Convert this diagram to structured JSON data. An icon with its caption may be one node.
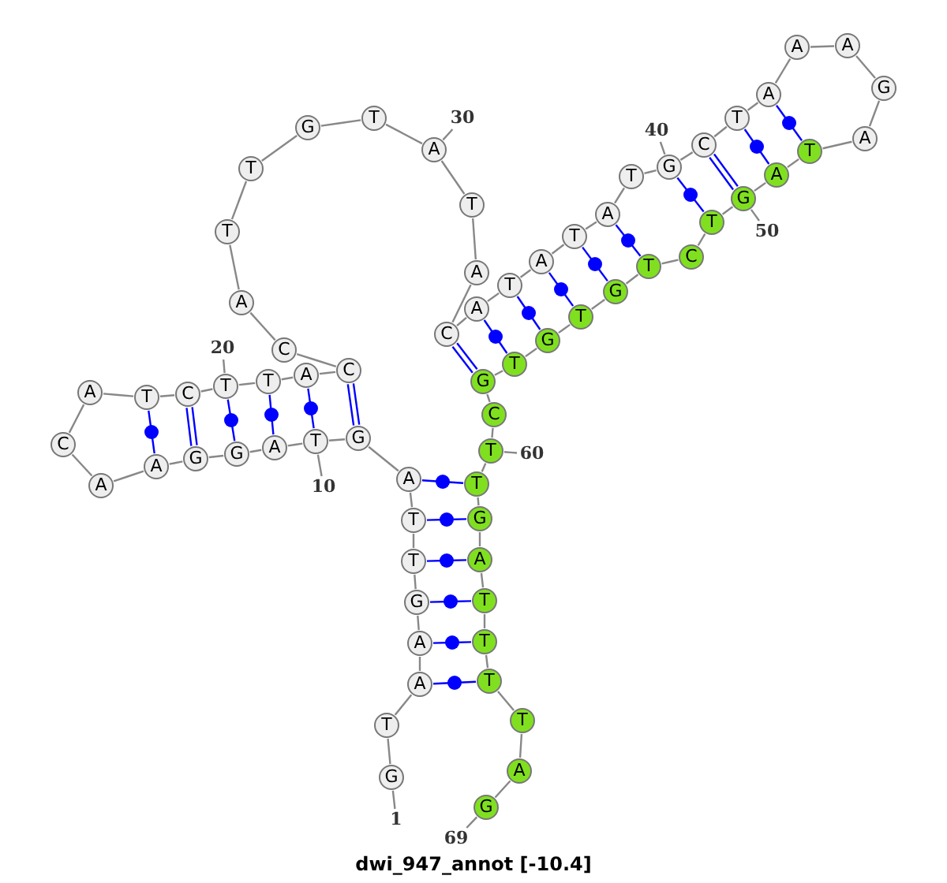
{
  "diagram": {
    "caption": "dwi_947_annot [-10.4]",
    "nodes": [
      {
        "text": [
          "G"
        ]
      },
      {
        "text": [
          "T"
        ]
      },
      {
        "text": [
          "A"
        ]
      },
      {
        "text": [
          "A"
        ]
      },
      {
        "text": [
          "G"
        ]
      },
      {
        "text": [
          "T"
        ]
      },
      {
        "text": [
          "T"
        ]
      },
      {
        "text": [
          "A"
        ]
      },
      {
        "text": [
          "G"
        ]
      },
      {
        "text": [
          "T"
        ]
      },
      {
        "text": [
          "A"
        ]
      },
      {
        "text": [
          "G"
        ]
      },
      {
        "text": [
          "G"
        ]
      },
      {
        "text": [
          "A"
        ]
      },
      {
        "text": [
          "A"
        ]
      },
      {
        "text": [
          "C"
        ]
      },
      {
        "text": [
          "A"
        ]
      },
      {
        "text": [
          "T"
        ]
      },
      {
        "text": [
          "C"
        ]
      },
      {
        "text": [
          "T"
        ]
      },
      {
        "text": [
          "T"
        ]
      },
      {
        "text": [
          "A"
        ]
      },
      {
        "text": [
          "C"
        ]
      },
      {
        "text": [
          "C"
        ]
      },
      {
        "text": [
          "A"
        ]
      },
      {
        "text": [
          "T"
        ]
      },
      {
        "text": [
          "T"
        ]
      },
      {
        "text": [
          "G"
        ]
      },
      {
        "text": [
          "T"
        ]
      },
      {
        "text": [
          "A"
        ]
      },
      {
        "text": [
          "T"
        ]
      },
      {
        "text": [
          "A"
        ]
      },
      {
        "text": [
          "C"
        ]
      },
      {
        "text": [
          "A"
        ]
      },
      {
        "text": [
          "T"
        ]
      },
      {
        "text": [
          "A"
        ]
      },
      {
        "text": [
          "T"
        ]
      },
      {
        "text": [
          "A"
        ]
      },
      {
        "text": [
          "T"
        ]
      },
      {
        "text": [
          "G"
        ]
      },
      {
        "text": [
          "C"
        ]
      },
      {
        "text": [
          "T"
        ]
      },
      {
        "text": [
          "A"
        ]
      },
      {
        "text": [
          "A"
        ]
      },
      {
        "text": [
          "A"
        ]
      },
      {
        "text": [
          "G"
        ]
      },
      {
        "text": [
          "A"
        ]
      },
      {
        "text": [
          "T"
        ]
      },
      {
        "text": [
          "A"
        ]
      },
      {
        "text": [
          "G"
        ]
      },
      {
        "text": [
          "T"
        ]
      },
      {
        "text": [
          "C"
        ]
      },
      {
        "text": [
          "T"
        ]
      },
      {
        "text": [
          "G"
        ]
      },
      {
        "text": [
          "T"
        ]
      },
      {
        "text": [
          "G"
        ]
      },
      {
        "text": [
          "T"
        ]
      },
      {
        "text": [
          "G"
        ]
      },
      {
        "text": [
          "C"
        ]
      },
      {
        "text": [
          "T"
        ]
      },
      {
        "text": [
          "T"
        ]
      },
      {
        "text": [
          "G"
        ]
      },
      {
        "text": [
          "A"
        ]
      },
      {
        "text": [
          "T"
        ]
      },
      {
        "text": [
          "T"
        ]
      },
      {
        "text": [
          "T"
        ]
      },
      {
        "text": [
          "T"
        ]
      },
      {
        "text": [
          "A"
        ]
      },
      {
        "text": [
          "G"
        ]
      },
      {
        "text": [
          "1"
        ]
      },
      {
        "text": [
          "10"
        ]
      },
      {
        "text": [
          "20"
        ]
      },
      {
        "text": [
          "30"
        ]
      },
      {
        "text": [
          "40"
        ]
      },
      {
        "text": [
          "50"
        ]
      },
      {
        "text": [
          "60"
        ]
      },
      {
        "text": [
          "69"
        ]
      }
    ],
    "edges": [
      {
        "from": 0,
        "to": 1,
        "arrow": "none"
      },
      {
        "from": 1,
        "to": 2,
        "arrow": "none"
      },
      {
        "from": 2,
        "to": 3,
        "arrow": "none"
      },
      {
        "from": 3,
        "to": 4,
        "arrow": "none"
      },
      {
        "from": 4,
        "to": 5,
        "arrow": "none"
      },
      {
        "from": 5,
        "to": 6,
        "arrow": "none"
      },
      {
        "from": 6,
        "to": 7,
        "arrow": "none"
      },
      {
        "from": 7,
        "to": 8,
        "arrow": "none"
      },
      {
        "from": 8,
        "to": 9,
        "arrow": "none"
      },
      {
        "from": 9,
        "to": 10,
        "arrow": "none"
      },
      {
        "from": 10,
        "to": 11,
        "arrow": "none"
      },
      {
        "from": 11,
        "to": 12,
        "arrow": "none"
      },
      {
        "from": 12,
        "to": 13,
        "arrow": "none"
      },
      {
        "from": 13,
        "to": 14,
        "arrow": "none"
      },
      {
        "from": 14,
        "to": 15,
        "arrow": "none"
      },
      {
        "from": 15,
        "to": 16,
        "arrow": "none"
      },
      {
        "from": 16,
        "to": 17,
        "arrow": "none"
      },
      {
        "from": 17,
        "to": 18,
        "arrow": "none"
      },
      {
        "from": 18,
        "to": 19,
        "arrow": "none"
      },
      {
        "from": 19,
        "to": 20,
        "arrow": "none"
      },
      {
        "from": 20,
        "to": 21,
        "arrow": "none"
      },
      {
        "from": 21,
        "to": 22,
        "arrow": "none"
      },
      {
        "from": 22,
        "to": 23,
        "arrow": "none"
      },
      {
        "from": 23,
        "to": 24,
        "arrow": "none"
      },
      {
        "from": 24,
        "to": 25,
        "arrow": "none"
      },
      {
        "from": 25,
        "to": 26,
        "arrow": "none"
      },
      {
        "from": 26,
        "to": 27,
        "arrow": "none"
      },
      {
        "from": 27,
        "to": 28,
        "arrow": "none"
      },
      {
        "from": 28,
        "to": 29,
        "arrow": "none"
      },
      {
        "from": 29,
        "to": 30,
        "arrow": "none"
      },
      {
        "from": 30,
        "to": 31,
        "arrow": "none"
      },
      {
        "from": 31,
        "to": 32,
        "arrow": "none"
      },
      {
        "from": 32,
        "to": 33,
        "arrow": "none"
      },
      {
        "from": 33,
        "to": 34,
        "arrow": "none"
      },
      {
        "from": 34,
        "to": 35,
        "arrow": "none"
      },
      {
        "from": 35,
        "to": 36,
        "arrow": "none"
      },
      {
        "from": 36,
        "to": 37,
        "arrow": "none"
      },
      {
        "from": 37,
        "to": 38,
        "arrow": "none"
      },
      {
        "from": 38,
        "to": 39,
        "arrow": "none"
      },
      {
        "from": 39,
        "to": 40,
        "arrow": "none"
      },
      {
        "from": 40,
        "to": 41,
        "arrow": "none"
      },
      {
        "from": 41,
        "to": 42,
        "arrow": "none"
      },
      {
        "from": 42,
        "to": 43,
        "arrow": "none"
      },
      {
        "from": 43,
        "to": 44,
        "arrow": "none"
      },
      {
        "from": 44,
        "to": 45,
        "arrow": "none"
      },
      {
        "from": 45,
        "to": 46,
        "arrow": "none"
      },
      {
        "from": 46,
        "to": 47,
        "arrow": "none"
      },
      {
        "from": 47,
        "to": 48,
        "arrow": "none"
      },
      {
        "from": 48,
        "to": 49,
        "arrow": "none"
      },
      {
        "from": 49,
        "to": 50,
        "arrow": "none"
      },
      {
        "from": 50,
        "to": 51,
        "arrow": "none"
      },
      {
        "from": 51,
        "to": 52,
        "arrow": "none"
      },
      {
        "from": 52,
        "to": 53,
        "arrow": "none"
      },
      {
        "from": 53,
        "to": 54,
        "arrow": "none"
      },
      {
        "from": 54,
        "to": 55,
        "arrow": "none"
      },
      {
        "from": 55,
        "to": 56,
        "arrow": "none"
      },
      {
        "from": 56,
        "to": 57,
        "arrow": "none"
      },
      {
        "from": 57,
        "to": 58,
        "arrow": "none"
      },
      {
        "from": 58,
        "to": 59,
        "arrow": "none"
      },
      {
        "from": 59,
        "to": 60,
        "arrow": "none"
      },
      {
        "from": 60,
        "to": 61,
        "arrow": "none"
      },
      {
        "from": 61,
        "to": 62,
        "arrow": "none"
      },
      {
        "from": 62,
        "to": 63,
        "arrow": "none"
      },
      {
        "from": 63,
        "to": 64,
        "arrow": "none"
      },
      {
        "from": 64,
        "to": 65,
        "arrow": "none"
      },
      {
        "from": 65,
        "to": 66,
        "arrow": "none"
      },
      {
        "from": 66,
        "to": 67,
        "arrow": "none"
      },
      {
        "from": 67,
        "to": 68,
        "arrow": "none"
      },
      {
        "from": 2,
        "to": 65,
        "arrow": "none",
        "color": "#0000ff"
      },
      {
        "from": 3,
        "to": 64,
        "arrow": "none",
        "color": "#0000ff"
      },
      {
        "from": 4,
        "to": 63,
        "arrow": "none",
        "color": "#0000ff"
      },
      {
        "from": 5,
        "to": 62,
        "arrow": "none",
        "color": "#0000ff"
      },
      {
        "from": 6,
        "to": 61,
        "arrow": "none",
        "color": "#0000ff"
      },
      {
        "from": 7,
        "to": 60,
        "arrow": "none",
        "color": "#0000ff"
      },
      {
        "from": 8,
        "to": 22,
        "arrow": "none",
        "color": "#0000ff"
      },
      {
        "from": 9,
        "to": 21,
        "arrow": "none",
        "color": "#0000ff"
      },
      {
        "from": 10,
        "to": 20,
        "arrow": "none",
        "color": "#0000ff"
      },
      {
        "from": 11,
        "to": 19,
        "arrow": "none",
        "color": "#0000ff"
      },
      {
        "from": 12,
        "to": 18,
        "arrow": "none",
        "color": "#0000ff"
      },
      {
        "from": 13,
        "to": 17,
        "arrow": "none",
        "color": "#0000ff"
      },
      {
        "from": 32,
        "to": 57,
        "arrow": "none",
        "color": "#0000ff"
      },
      {
        "from": 33,
        "to": 56,
        "arrow": "none",
        "color": "#0000ff"
      },
      {
        "from": 34,
        "to": 55,
        "arrow": "none",
        "color": "#0000ff"
      },
      {
        "from": 35,
        "to": 54,
        "arrow": "none",
        "color": "#0000ff"
      },
      {
        "from": 36,
        "to": 53,
        "arrow": "none",
        "color": "#0000ff"
      },
      {
        "from": 37,
        "to": 52,
        "arrow": "none",
        "color": "#0000ff"
      },
      {
        "from": 39,
        "to": 50,
        "arrow": "none",
        "color": "#0000ff"
      },
      {
        "from": 40,
        "to": 49,
        "arrow": "none",
        "color": "#0000ff"
      },
      {
        "from": 41,
        "to": 48,
        "arrow": "none",
        "color": "#0000ff"
      },
      {
        "from": 42,
        "to": 47,
        "arrow": "none",
        "color": "#0000ff"
      },
      {
        "from": 69,
        "to": 0,
        "arrow": "none"
      },
      {
        "from": 70,
        "to": 9,
        "arrow": "none"
      },
      {
        "from": 71,
        "to": 19,
        "arrow": "none"
      },
      {
        "from": 72,
        "to": 29,
        "arrow": "none"
      },
      {
        "from": 73,
        "to": 39,
        "arrow": "none"
      },
      {
        "from": 74,
        "to": 49,
        "arrow": "none"
      },
      {
        "from": 75,
        "to": 59,
        "arrow": "none"
      },
      {
        "from": 76,
        "to": 68,
        "arrow": "none"
      }
    ]
  }
}
